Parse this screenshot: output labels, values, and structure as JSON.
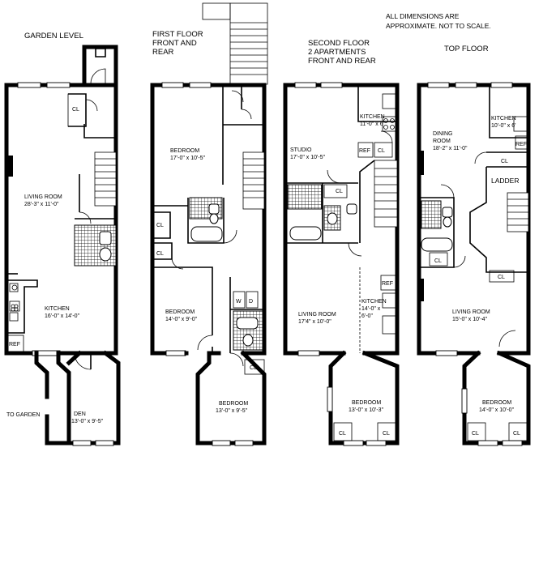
{
  "note": {
    "line1": "ALL DIMENSIONS ARE",
    "line2": "APPROXIMATE.  NOT TO SCALE."
  },
  "garden": {
    "title": "GARDEN LEVEL",
    "cl": "CL",
    "living_room": "LIVING ROOM",
    "living_dim": "28'-3\" x 11'-0\"",
    "kitchen": "KITCHEN",
    "kitchen_dim": "16'-0\" x 14'-0\"",
    "ref": "REF",
    "to_garden": "TO GARDEN",
    "den": "DEN",
    "den_dim": "13'-0\" x 9'-5\""
  },
  "first": {
    "title1": "FIRST FLOOR",
    "title2": "FRONT AND",
    "title3": "REAR",
    "bedroom1": "BEDROOM",
    "bedroom1_dim": "17'-0\" x 10'-5\"",
    "cl1": "CL",
    "cl2": "CL",
    "cl3": "CL",
    "bedroom2": "BEDROOM",
    "bedroom2_dim": "14'-0\" x 9'-0\"",
    "w": "W",
    "d": "D",
    "bedroom3": "BEDROOM",
    "bedroom3_dim": "13'-0\" x 9'-5\""
  },
  "second": {
    "title1": "SECOND FLOOR",
    "title2": "2 APARTMENTS",
    "title3": "FRONT AND REAR",
    "kitchen1": "KITCHEN",
    "kitchen1_dim": "11'-0\" x 6'",
    "studio": "STUDIO",
    "studio_dim": "17'-0\" x 10'-5\"",
    "ref1": "REF",
    "cl1": "CL",
    "cl2": "CL",
    "ref2": "REF",
    "living_room": "LIVING ROOM",
    "living_dim": "17'4\" x 10'-0\"",
    "kitchen2": "KITCHEN",
    "kitchen2_dim1": "14'-0\" x",
    "kitchen2_dim2": "6'-0\"",
    "bedroom": "BEDROOM",
    "bedroom_dim": "13'-0\" x 10'-3\"",
    "cl3": "CL",
    "cl4": "CL"
  },
  "top": {
    "title": "TOP FLOOR",
    "dining": "DINING",
    "dining2": "ROOM",
    "dining_dim": "18'-2\" x 11'-0\"",
    "kitchen": "KITCHEN",
    "kitchen_dim": "10'-0\" x 6'",
    "ref": "REF",
    "cl1": "CL",
    "ladder": "LADDER",
    "cl2": "CL",
    "cl3": "CL",
    "living_room": "LIVING ROOM",
    "living_dim": "15'-0\" x 10'-4\"",
    "bedroom": "BEDROOM",
    "bedroom_dim": "14'-0\" x 10'-0\"",
    "cl4": "CL",
    "cl5": "CL"
  }
}
